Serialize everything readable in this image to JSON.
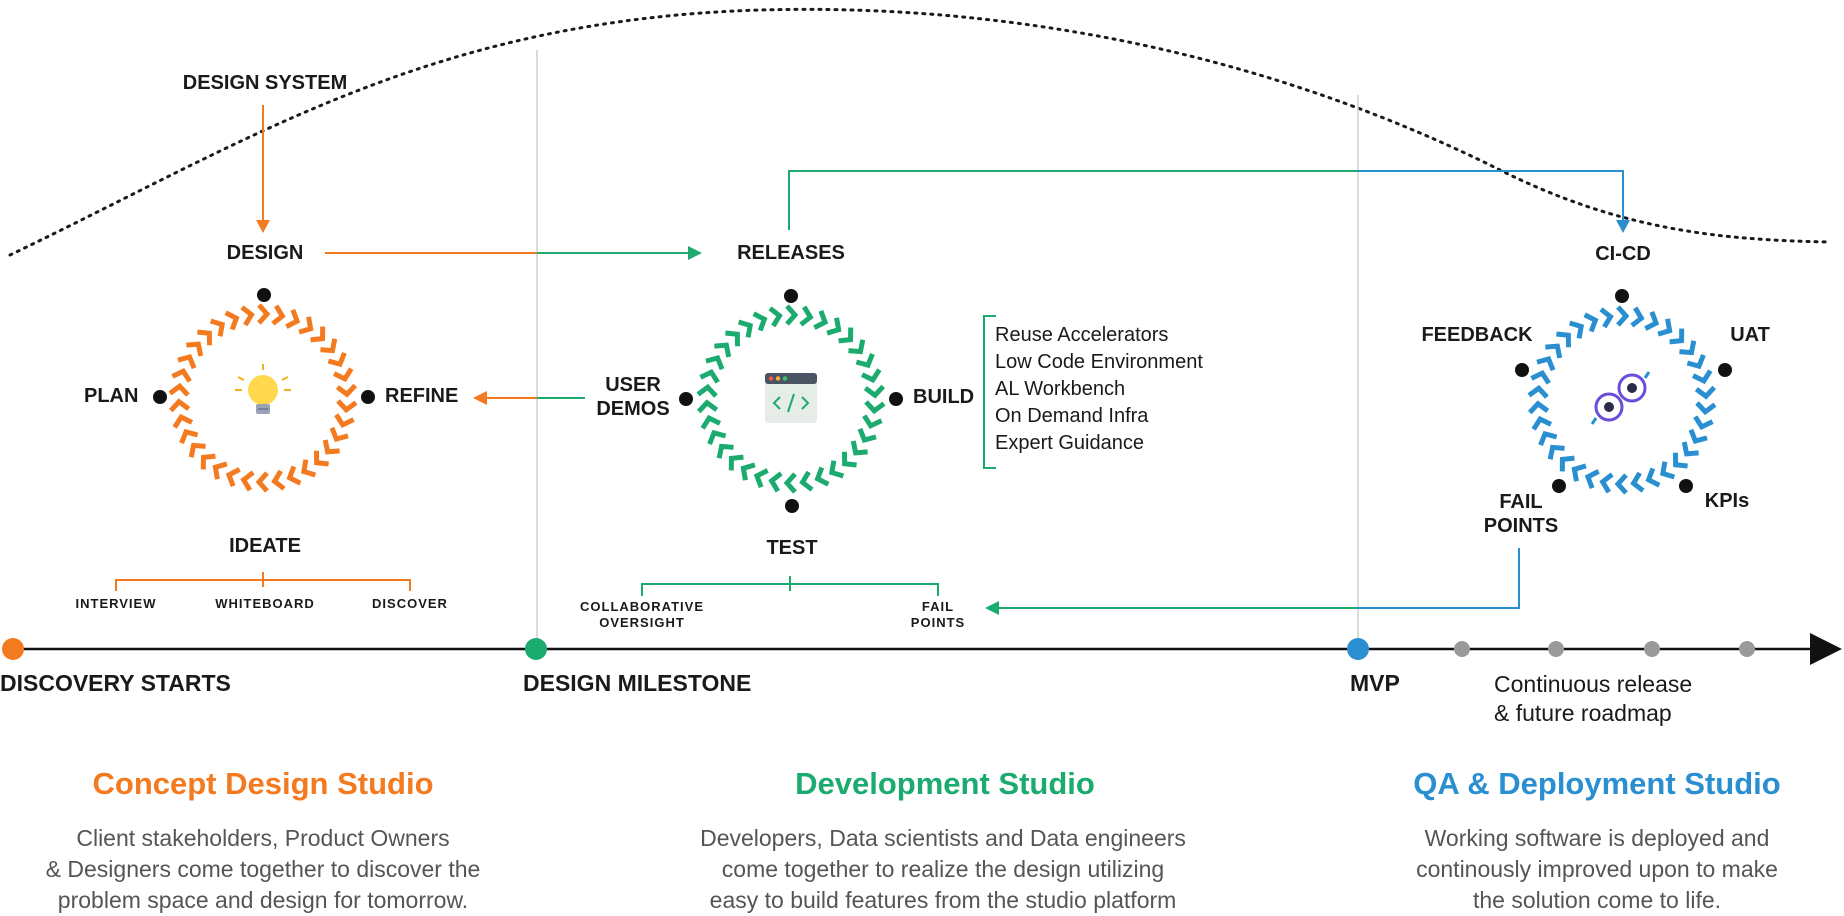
{
  "colors": {
    "orange": "#f47a20",
    "green": "#1cab6e",
    "blue": "#2a8fd0",
    "grey": "#9a9a9a",
    "text": "#1a1a1a",
    "muted": "#555555"
  },
  "icons": {
    "design_cycle": "lightbulb-icon",
    "development_cycle": "code-window-icon",
    "qa_cycle": "gears-icon"
  },
  "design_cycle": {
    "top_source": "DESIGN SYSTEM",
    "top": "DESIGN",
    "left": "PLAN",
    "right": "REFINE",
    "bottom": "IDEATE",
    "ideate_items": [
      "INTERVIEW",
      "WHITEBOARD",
      "DISCOVER"
    ]
  },
  "development_cycle": {
    "top": "RELEASES",
    "left_line1": "USER",
    "left_line2": "DEMOS",
    "right": "BUILD",
    "bottom": "TEST",
    "test_items": [
      {
        "line1": "COLLABORATIVE",
        "line2": "OVERSIGHT"
      },
      {
        "line1": "FAIL",
        "line2": "POINTS"
      }
    ],
    "build_items": [
      "Reuse Accelerators",
      "Low Code Environment",
      "AL Workbench",
      "On Demand Infra",
      "Expert Guidance"
    ]
  },
  "qa_cycle": {
    "top": "CI-CD",
    "upper_left": "FEEDBACK",
    "upper_right": "UAT",
    "lower_left_line1": "FAIL",
    "lower_left_line2": "POINTS",
    "lower_right": "KPIs"
  },
  "timeline": {
    "discovery": "DISCOVERY STARTS",
    "milestone": "DESIGN MILESTONE",
    "mvp": "MVP",
    "continuous_line1": "Continuous release",
    "continuous_line2": "& future roadmap"
  },
  "studios": [
    {
      "title": "Concept Design Studio",
      "lines": [
        "Client stakeholders, Product Owners",
        "& Designers come together to discover the",
        "problem space and design for tomorrow."
      ]
    },
    {
      "title": "Development Studio",
      "lines": [
        "Developers, Data scientists and Data engineers",
        "come together to realize the design utilizing",
        "easy to build features from the studio platform"
      ]
    },
    {
      "title": "QA & Deployment Studio",
      "lines": [
        "Working software is deployed and",
        "continously improved upon to make",
        "the solution come to life."
      ]
    }
  ]
}
